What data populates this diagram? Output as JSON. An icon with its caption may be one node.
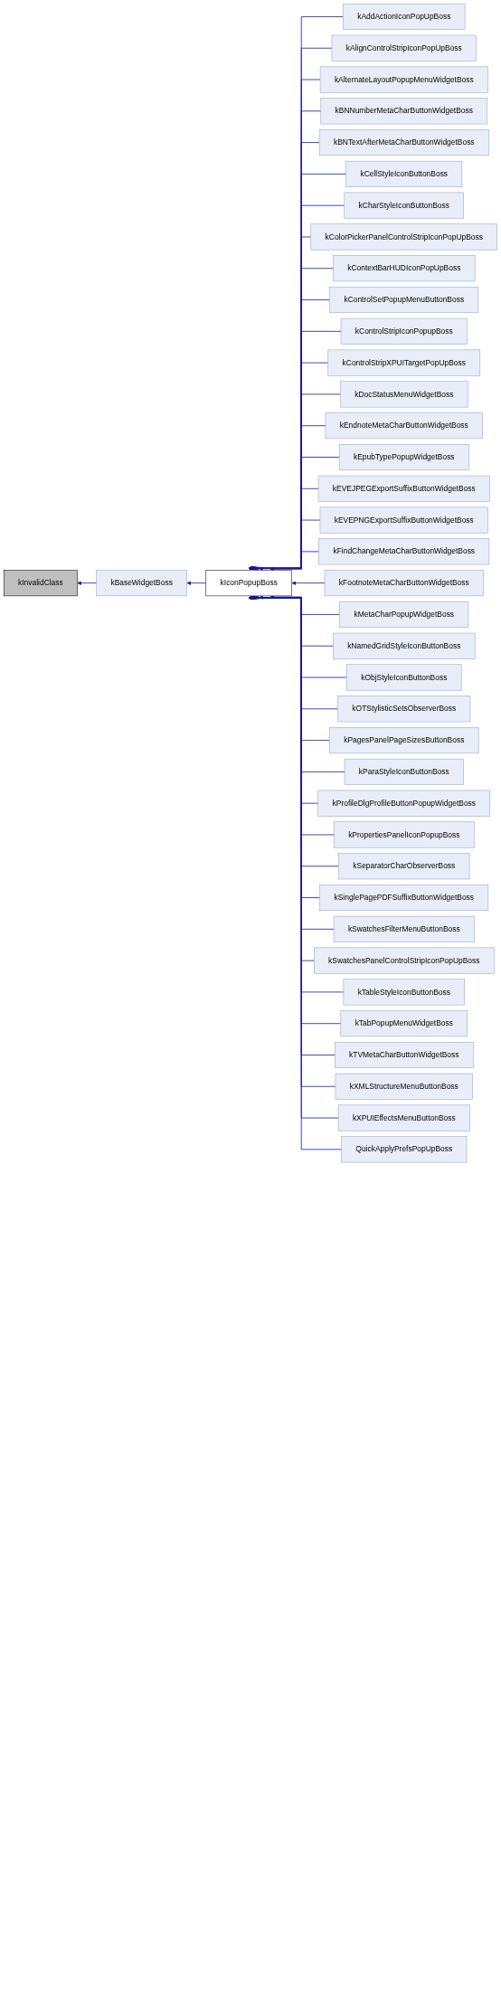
{
  "diagram": {
    "nodes": [
      {
        "text": [
          "kInvalidClass"
        ]
      },
      {
        "text": [
          "kBaseWidgetBoss"
        ]
      },
      {
        "text": [
          "kIconPopupBoss"
        ]
      },
      {
        "text": [
          "kAddActionIconPopUpBoss"
        ]
      },
      {
        "text": [
          "kAlignControlStripIconPopUpBoss"
        ]
      },
      {
        "text": [
          "kAlternateLayoutPopupMenuWidgetBoss"
        ]
      },
      {
        "text": [
          "kBNNumberMetaCharButtonWidgetBoss"
        ]
      },
      {
        "text": [
          "kBNTextAfterMetaCharButtonWidgetBoss"
        ]
      },
      {
        "text": [
          "kCellStyleIconButtonBoss"
        ]
      },
      {
        "text": [
          "kCharStyleIconButtonBoss"
        ]
      },
      {
        "text": [
          "kColorPickerPanelControlStripIconPopUpBoss"
        ]
      },
      {
        "text": [
          "kContextBarHUDIconPopUpBoss"
        ]
      },
      {
        "text": [
          "kControlSetPopupMenuButtonBoss"
        ]
      },
      {
        "text": [
          "kControlStripIconPopupBoss"
        ]
      },
      {
        "text": [
          "kControlStripXPUITargetPopUpBoss"
        ]
      },
      {
        "text": [
          "kDocStatusMenuWidgetBoss"
        ]
      },
      {
        "text": [
          "kEndnoteMetaCharButtonWidgetBoss"
        ]
      },
      {
        "text": [
          "kEpubTypePopupWidgetBoss"
        ]
      },
      {
        "text": [
          "kEVEJPEGExportSuffixButtonWidgetBoss"
        ]
      },
      {
        "text": [
          "kEVEPNGExportSuffixButtonWidgetBoss"
        ]
      },
      {
        "text": [
          "kFindChangeMetaCharButtonWidgetBoss"
        ]
      },
      {
        "text": [
          "kFootnoteMetaCharButtonWidgetBoss"
        ]
      },
      {
        "text": [
          "kMetaCharPopupWidgetBoss"
        ]
      },
      {
        "text": [
          "kNamedGridStyleIconButtonBoss"
        ]
      },
      {
        "text": [
          "kObjStyleIconButtonBoss"
        ]
      },
      {
        "text": [
          "kOTStylisticSetsObserverBoss"
        ]
      },
      {
        "text": [
          "kPagesPanelPageSizesButtonBoss"
        ]
      },
      {
        "text": [
          "kParaStyleIconButtonBoss"
        ]
      },
      {
        "text": [
          "kProfileDlgProfileButtonPopupWidgetBoss"
        ]
      },
      {
        "text": [
          "kPropertiesPanelIconPopupBoss"
        ]
      },
      {
        "text": [
          "kSeparatorCharObserverBoss"
        ]
      },
      {
        "text": [
          "kSinglePagePDFSuffixButtonWidgetBoss"
        ]
      },
      {
        "text": [
          "kSwatchesFilterMenuButtonBoss"
        ]
      },
      {
        "text": [
          "kSwatchesPanelControlStripIconPopUpBoss"
        ]
      },
      {
        "text": [
          "kTableStyleIconButtonBoss"
        ]
      },
      {
        "text": [
          "kTabPopupMenuWidgetBoss"
        ]
      },
      {
        "text": [
          "kTVMetaCharButtonWidgetBoss"
        ]
      },
      {
        "text": [
          "kXMLStructureMenuButtonBoss"
        ]
      },
      {
        "text": [
          "kXPUIEffectsMenuButtonBoss"
        ]
      },
      {
        "text": [
          "QuickApplyPrefsPopUpBoss"
        ]
      }
    ],
    "edges": [
      {
        "from": 1,
        "to": 0,
        "arrow": "to"
      },
      {
        "from": 2,
        "to": 1,
        "arrow": "to"
      },
      {
        "from": 3,
        "to": 2,
        "arrow": "to"
      },
      {
        "from": 4,
        "to": 2,
        "arrow": "to"
      },
      {
        "from": 5,
        "to": 2,
        "arrow": "to"
      },
      {
        "from": 6,
        "to": 2,
        "arrow": "to"
      },
      {
        "from": 7,
        "to": 2,
        "arrow": "to"
      },
      {
        "from": 8,
        "to": 2,
        "arrow": "to"
      },
      {
        "from": 9,
        "to": 2,
        "arrow": "to"
      },
      {
        "from": 10,
        "to": 2,
        "arrow": "to"
      },
      {
        "from": 11,
        "to": 2,
        "arrow": "to"
      },
      {
        "from": 12,
        "to": 2,
        "arrow": "to"
      },
      {
        "from": 13,
        "to": 2,
        "arrow": "to"
      },
      {
        "from": 14,
        "to": 2,
        "arrow": "to"
      },
      {
        "from": 15,
        "to": 2,
        "arrow": "to"
      },
      {
        "from": 16,
        "to": 2,
        "arrow": "to"
      },
      {
        "from": 17,
        "to": 2,
        "arrow": "to"
      },
      {
        "from": 18,
        "to": 2,
        "arrow": "to"
      },
      {
        "from": 19,
        "to": 2,
        "arrow": "to"
      },
      {
        "from": 20,
        "to": 2,
        "arrow": "to"
      },
      {
        "from": 21,
        "to": 2,
        "arrow": "to"
      },
      {
        "from": 22,
        "to": 2,
        "arrow": "to"
      },
      {
        "from": 23,
        "to": 2,
        "arrow": "to"
      },
      {
        "from": 24,
        "to": 2,
        "arrow": "to"
      },
      {
        "from": 25,
        "to": 2,
        "arrow": "to"
      },
      {
        "from": 26,
        "to": 2,
        "arrow": "to"
      },
      {
        "from": 27,
        "to": 2,
        "arrow": "to"
      },
      {
        "from": 28,
        "to": 2,
        "arrow": "to"
      },
      {
        "from": 29,
        "to": 2,
        "arrow": "to"
      },
      {
        "from": 30,
        "to": 2,
        "arrow": "to"
      },
      {
        "from": 31,
        "to": 2,
        "arrow": "to"
      },
      {
        "from": 32,
        "to": 2,
        "arrow": "to"
      },
      {
        "from": 33,
        "to": 2,
        "arrow": "to"
      },
      {
        "from": 34,
        "to": 2,
        "arrow": "to"
      },
      {
        "from": 35,
        "to": 2,
        "arrow": "to"
      },
      {
        "from": 36,
        "to": 2,
        "arrow": "to"
      },
      {
        "from": 37,
        "to": 2,
        "arrow": "to"
      },
      {
        "from": 38,
        "to": 2,
        "arrow": "to"
      },
      {
        "from": 39,
        "to": 2,
        "arrow": "to"
      }
    ]
  }
}
